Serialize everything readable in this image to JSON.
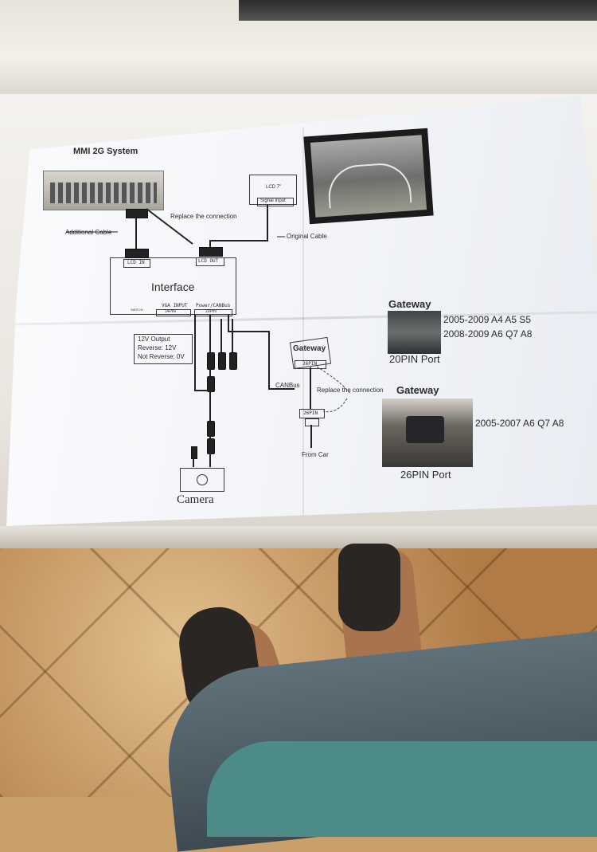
{
  "diagram": {
    "mmi_title": "MMI 2G System",
    "replace_connection_top": "Replace the connection",
    "additional_cable": "Additional Cable",
    "lcd_label": "LCD 7\"",
    "signal_input": "Signal Input",
    "original_cable": "Original Cable",
    "lcd_in": "LCD IN",
    "lcd_out": "LCD OUT",
    "interface": "Interface",
    "switch": "SWITCH",
    "vga_input": "VGA INPUT",
    "pin14": "14PIN",
    "power_canbus": "Power/CANBus",
    "pin20_conn": "20PIN",
    "output_12v": "12V Output",
    "reverse_12v": "Reverse: 12V",
    "not_reverse": "Not Reverse: 0V",
    "gateway_box": "Gateway",
    "pin26_box": "26PIN",
    "canbus": "CANBus",
    "replace_connection_bottom": "Replace the connection",
    "pin26_lower": "26PIN",
    "from_car": "From Car",
    "camera": "Camera",
    "gateway_top_title": "Gateway",
    "model_line_1": "2005-2009 A4 A5 S5",
    "model_line_2": "2008-2009 A6 Q7 A8",
    "port_20pin": "20PIN Port",
    "gateway_bottom_title": "Gateway",
    "model_line_3": "2005-2007 A6 Q7 A8",
    "port_26pin": "26PIN Port"
  }
}
